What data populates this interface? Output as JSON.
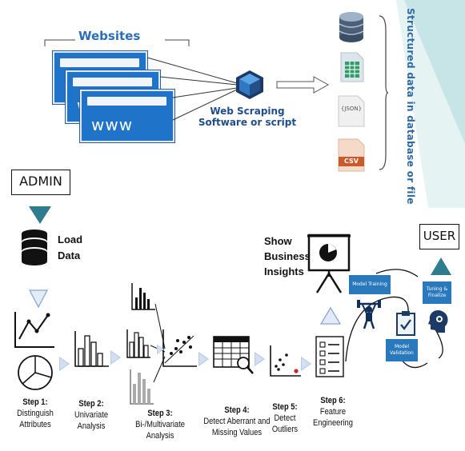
{
  "scraping": {
    "websites_title": "Websites",
    "www_label": "www",
    "tool_label_line1": "Web Scraping",
    "tool_label_line2": "Software or script",
    "json_label": "{JSON}",
    "csv_label": "CSV",
    "output_label": "Structured data in database or file"
  },
  "pipeline": {
    "admin_label": "ADMIN",
    "user_label": "USER",
    "load_data_line1": "Load",
    "load_data_line2": "Data",
    "insights_line1": "Show",
    "insights_line2": "Business",
    "insights_line3": "Insights",
    "model_training": "Model Training",
    "model_validation": "Model Validation",
    "tuning_line1": "Tuning &",
    "tuning_line2": "Finalize",
    "steps": [
      {
        "title": "Step 1:",
        "line1": "Distinguish",
        "line2": "Attributes"
      },
      {
        "title": "Step 2:",
        "line1": "Univariate",
        "line2": "Analysis"
      },
      {
        "title": "Step 3:",
        "line1": "Bi-/Multivariate",
        "line2": "Analysis"
      },
      {
        "title": "Step 4:",
        "line1": "Detect Aberrant and",
        "line2": "Missing Values"
      },
      {
        "title": "Step 5:",
        "line1": "Detect",
        "line2": "Outliers"
      },
      {
        "title": "Step 6:",
        "line1": "Feature",
        "line2": "Engineering"
      }
    ]
  },
  "colors": {
    "accent_blue": "#2a79bd",
    "teal": "#2f7d8c",
    "light_arrow": "#b8c9e6"
  }
}
